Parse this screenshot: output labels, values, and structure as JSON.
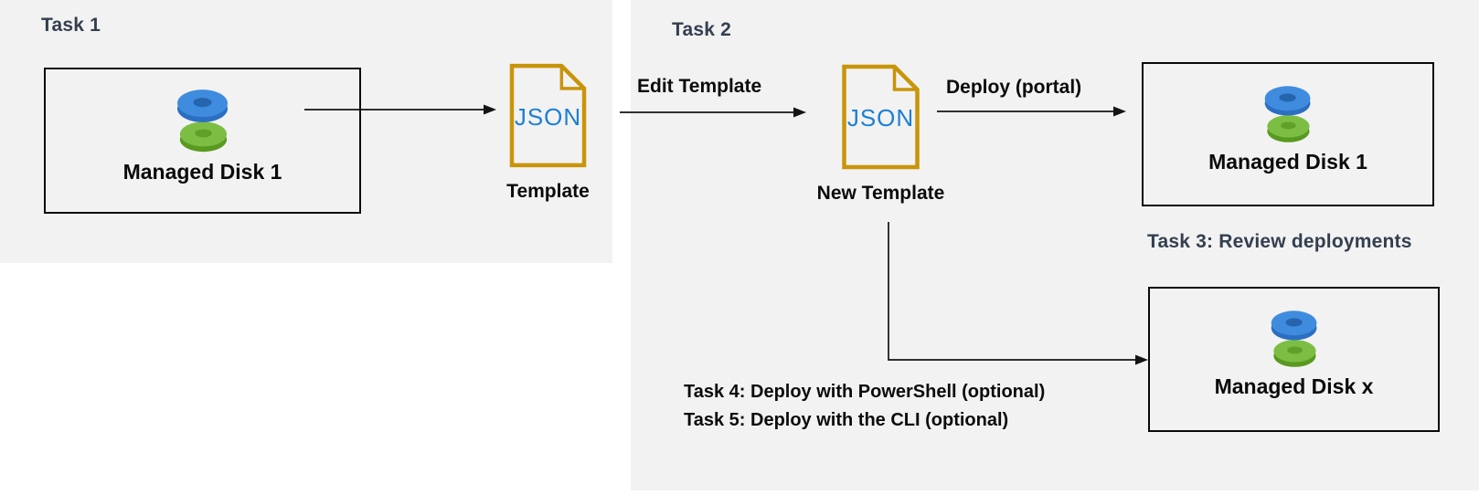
{
  "diagram": {
    "task1": {
      "heading": "Task 1",
      "disk_box": {
        "label": "Managed Disk 1"
      },
      "template_file": {
        "file_type": "JSON",
        "caption": "Template"
      }
    },
    "task2": {
      "heading": "Task 2",
      "edit_arrow_label": "Edit Template",
      "template_file": {
        "file_type": "JSON",
        "caption": "New Template"
      },
      "deploy_arrow_label": "Deploy (portal)",
      "portal_disk_box": {
        "label": "Managed Disk 1"
      },
      "task3_heading": "Task 3: Review deployments",
      "cli_disk_box": {
        "label": "Managed Disk x"
      },
      "task4_line": "Task 4: Deploy with PowerShell (optional)",
      "task5_line": "Task 5: Deploy with the CLI (optional)"
    },
    "colors": {
      "panel_background": "#f2f2f2",
      "heading_text": "#333F4F",
      "body_text": "#0b0b0b",
      "box_border": "#0a0a0a",
      "arrow": "#141414",
      "file_outline_gold": "#C9940A",
      "json_text_blue": "#1B7FD6",
      "disk_blue_top": "#3F8CDE",
      "disk_blue_side": "#2B6FC2",
      "disk_blue_hole": "#2565AE",
      "disk_green_top": "#7CBE43",
      "disk_green_side": "#58991F",
      "disk_green_hole": "#619F2B"
    }
  }
}
